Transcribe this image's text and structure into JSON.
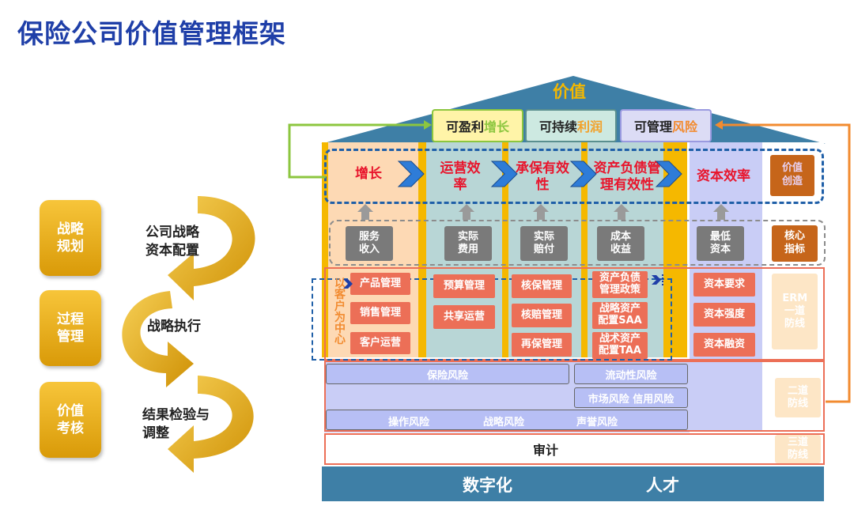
{
  "title": "保险公司价值管理框架",
  "cycle": {
    "stages": [
      {
        "label": "战略规划"
      },
      {
        "label": "过程管理"
      },
      {
        "label": "价值考核"
      }
    ],
    "steps": [
      {
        "label": "公司战略资本配置"
      },
      {
        "label": "战略执行"
      },
      {
        "label": "结果检验与调整"
      }
    ]
  },
  "house": {
    "roof_label": "价值",
    "goals": [
      {
        "prefix": "可盈利",
        "accent": "增长"
      },
      {
        "prefix": "可持续",
        "accent": "利润"
      },
      {
        "prefix": "可管理",
        "accent": "风险"
      }
    ],
    "columns": [
      {
        "head": "增长",
        "indicator": "服务收入",
        "items": [
          "产品管理",
          "销售管理",
          "客户运营"
        ]
      },
      {
        "head": "运营效率",
        "indicator": "实际费用",
        "items": [
          "预算管理",
          "共享运营"
        ]
      },
      {
        "head": "承保有效性",
        "indicator": "实际赔付",
        "items": [
          "核保管理",
          "核赔管理",
          "再保管理"
        ]
      },
      {
        "head": "资产负债管理有效性",
        "indicator": "成本收益",
        "items": [
          "资产负债管理政策",
          "战略资产配置SAA",
          "战术资产配置TAA"
        ]
      },
      {
        "head": "资本效率",
        "indicator": "最低资本",
        "items": [
          "资本要求",
          "资本强度",
          "资本融资"
        ]
      }
    ],
    "customer_center": "以客户为中心",
    "right_labels": {
      "value_creation": "价值创造",
      "core_indicator": "核心指标",
      "erm": "ERM一道防线",
      "second_line": "二道防线",
      "third_line": "三道防线"
    },
    "risks": {
      "insurance": "保险风险",
      "liquidity": "流动性风险",
      "market_credit": "市场风险  信用风险",
      "operational": "操作风险",
      "strategic": "战略风险",
      "reputation": "声誉风险"
    },
    "audit": "审计",
    "foundation": {
      "digital": "数字化",
      "talent": "人才"
    }
  },
  "colors": {
    "title": "#1f3fa8",
    "roof": "#3e7fa6",
    "foundation": "#3e7fa6",
    "gold": "#f5b800",
    "peach": "#fdd9b4",
    "teal": "#b8d6d6",
    "lavender": "#c9cdf6",
    "red_text": "#e8152c",
    "orange_line": "#f28b30",
    "green_line": "#8cc63f"
  }
}
